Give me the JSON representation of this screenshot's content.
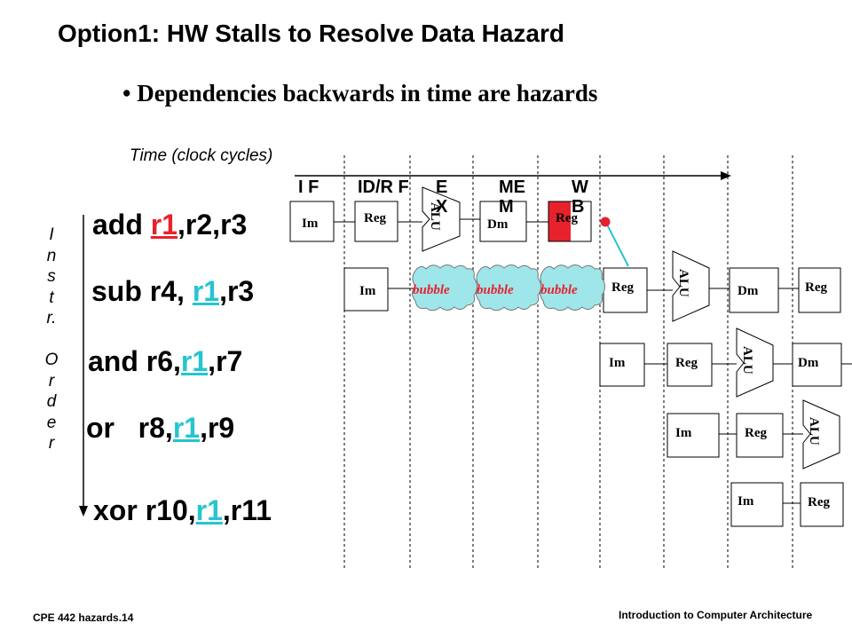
{
  "slide": {
    "title": "Option1: HW Stalls to Resolve Data Hazard",
    "bullet": "Dependencies backwards in time are hazards",
    "time_label": "Time (clock cycles)",
    "stages": [
      "I F",
      "ID/R F",
      "E X",
      "ME M",
      "W B"
    ],
    "instr_label": "I n s t r. O r d e r",
    "instr_label_letters": [
      "I",
      "n",
      "s",
      "t",
      "r.",
      "",
      "O",
      "r",
      "d",
      "e",
      "r"
    ],
    "instructions": [
      {
        "pre": "add ",
        "reg": "r1",
        "post": ",r2,r3"
      },
      {
        "pre": "sub r4, ",
        "reg": "r1",
        "post": ",r3"
      },
      {
        "pre": "and r6,",
        "reg": "r1",
        "post": ",r7"
      },
      {
        "pre": "or   r8,",
        "reg": "r1",
        "post": ",r9"
      },
      {
        "pre": "xor r10,",
        "reg": "r1",
        "post": ",r11"
      }
    ],
    "box_labels": {
      "im": "Im",
      "reg": "Reg",
      "dm": "Dm",
      "alu": "ALU",
      "bubble": "bubble"
    },
    "footer_left": "CPE 442  hazards.14",
    "footer_right": "Introduction to Computer Architecture",
    "colors": {
      "hazard_red": "#e8222c",
      "forward_cyan": "#25c5cf",
      "bubble_fill": "#9fe6ea"
    }
  }
}
